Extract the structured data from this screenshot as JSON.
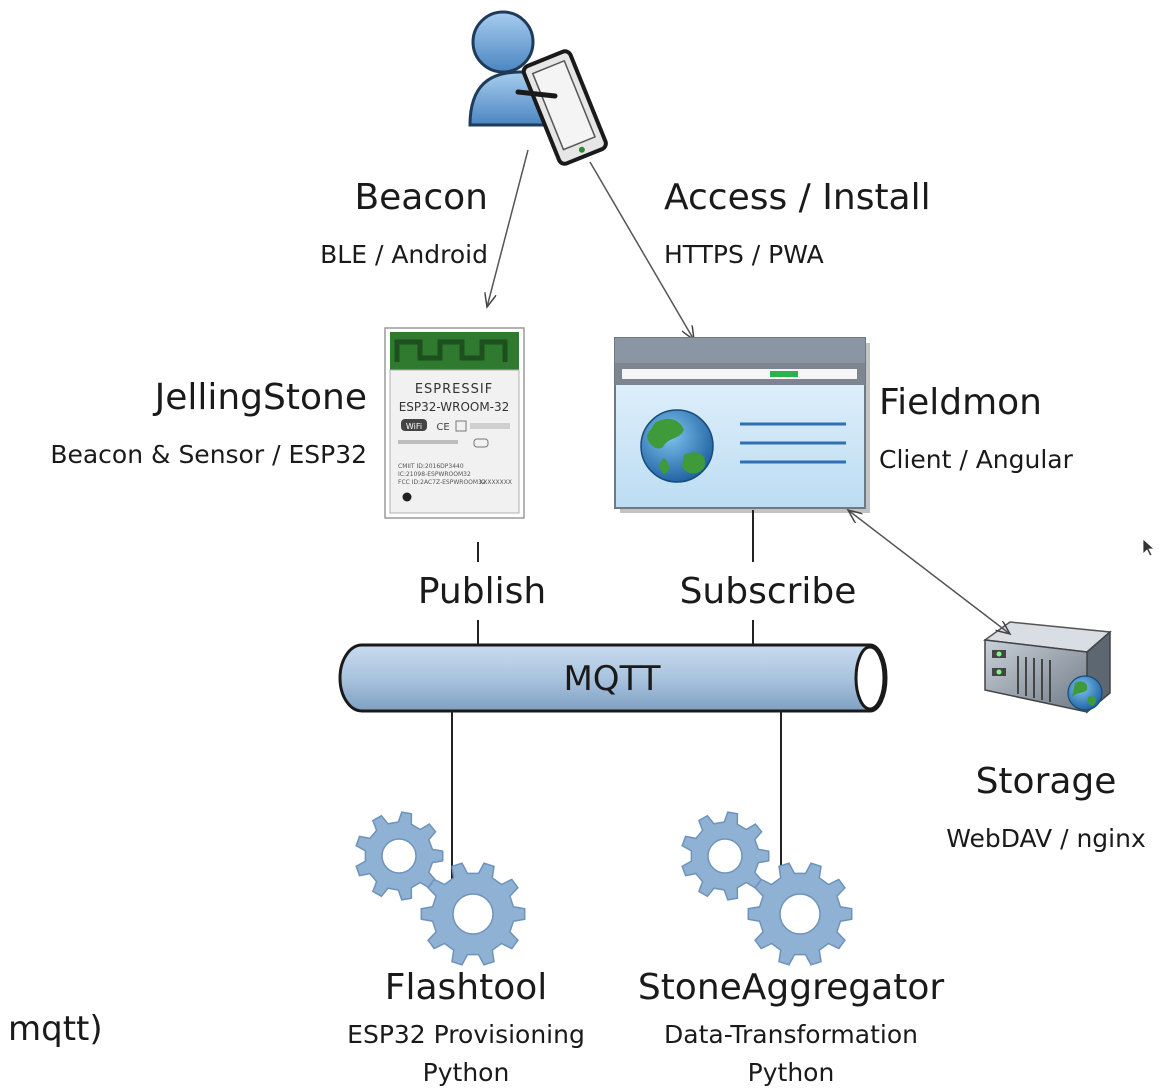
{
  "nodes": {
    "beacon": {
      "title": "Beacon",
      "subtitle": "BLE / Android"
    },
    "access": {
      "title": "Access / Install",
      "subtitle": "HTTPS / PWA"
    },
    "jellingstone": {
      "title": "JellingStone",
      "subtitle": "Beacon & Sensor / ESP32"
    },
    "fieldmon": {
      "title": "Fieldmon",
      "subtitle": "Client / Angular"
    },
    "storage": {
      "title": "Storage",
      "subtitle": "WebDAV / nginx"
    },
    "flashtool": {
      "title": "Flashtool",
      "subtitle1": "ESP32 Provisioning",
      "subtitle2": "Python"
    },
    "stoneaggregator": {
      "title": "StoneAggregator",
      "subtitle1": "Data-Transformation",
      "subtitle2": "Python"
    }
  },
  "edges": {
    "publish": "Publish",
    "subscribe": "Subscribe"
  },
  "bus": {
    "label": "MQTT"
  },
  "chip": {
    "brand": "ESPRESSIF",
    "model": "ESP32-WROOM-32",
    "wifi": "WiFi",
    "ce": "CE",
    "line1": "CMIIT ID:2016DP3440",
    "line2": "IC:21098-ESPWROOM32",
    "line3": "FCC ID:2AC7Z-ESPWROOM32",
    "code": "XXXXXXXX"
  },
  "stray_text": "mqtt)",
  "colors": {
    "bus_fill": "#a9c4df",
    "gear_fill": "#8fb1d4",
    "chip_green": "#2f7a2f",
    "window_sky": "#d6ebf9"
  }
}
